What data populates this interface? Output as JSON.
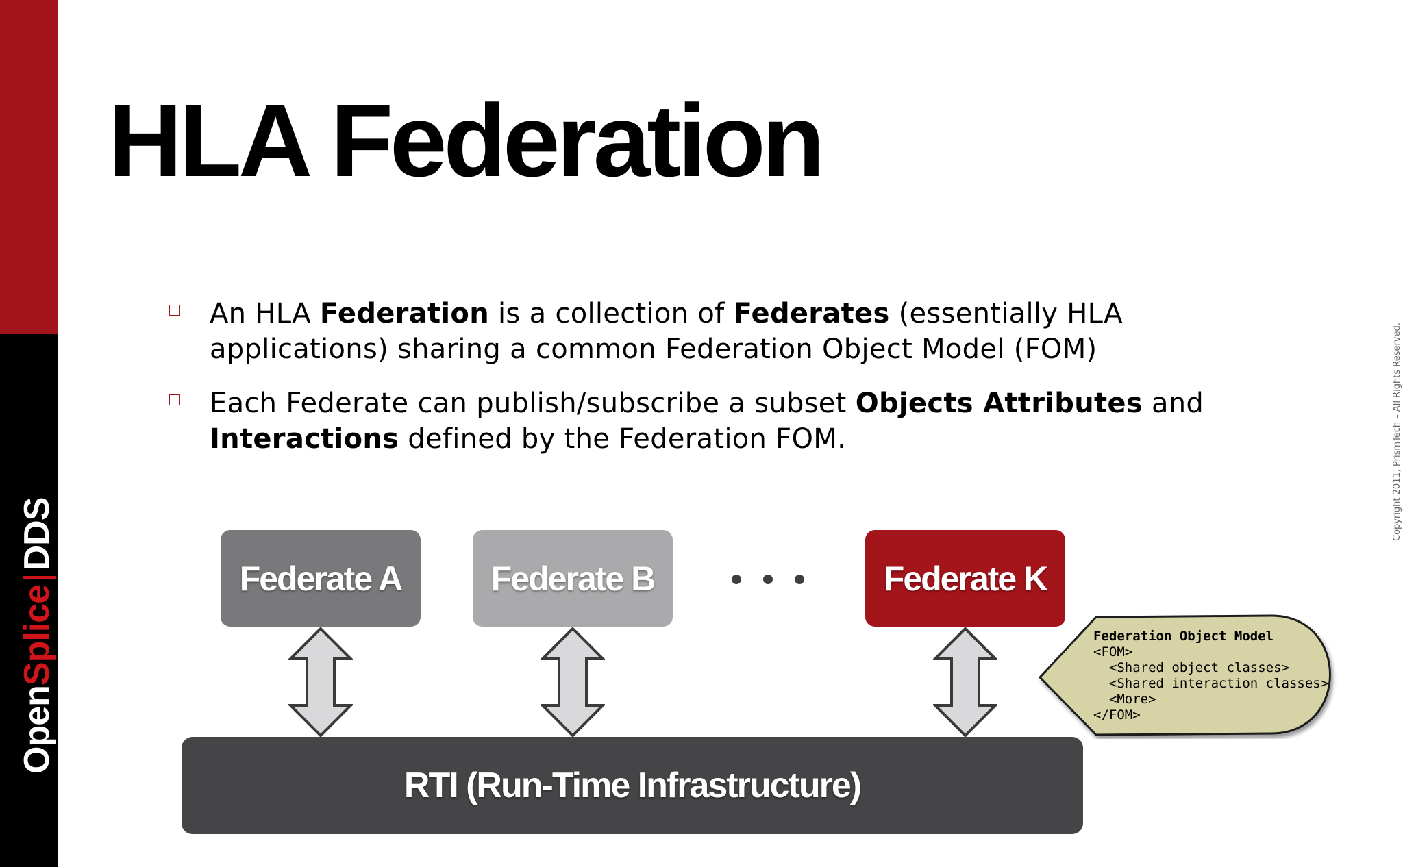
{
  "brand": {
    "part1": "Open",
    "part2": "Splice",
    "separator": "|",
    "part3": "DDS"
  },
  "title": "HLA Federation",
  "bullets": [
    {
      "segments": [
        {
          "text": "An HLA ",
          "bold": false
        },
        {
          "text": "Federation",
          "bold": true
        },
        {
          "text": " is a collection of ",
          "bold": false
        },
        {
          "text": "Federates",
          "bold": true
        },
        {
          "text": " (essentially HLA applications) sharing a common Federation Object Model (FOM)",
          "bold": false
        }
      ]
    },
    {
      "segments": [
        {
          "text": " Each Federate can publish/subscribe a subset ",
          "bold": false
        },
        {
          "text": "Objects Attributes",
          "bold": true
        },
        {
          "text": " and ",
          "bold": false
        },
        {
          "text": "Interactions",
          "bold": true
        },
        {
          "text": " defined by the Federation FOM.",
          "bold": false
        }
      ]
    }
  ],
  "copyright": "Copyright 2011, PrismTech – All Rights Reserved.",
  "diagram": {
    "federates": [
      "Federate A",
      "Federate B",
      "Federate K"
    ],
    "ellipsis": "• • •",
    "rti": "RTI (Run-Time Infrastructure)",
    "fom": {
      "title": "Federation Object Model",
      "lines": [
        "<FOM>",
        "  <Shared object classes>",
        "  <Shared interaction classes>",
        "  <More>",
        "</FOM>"
      ]
    }
  },
  "colors": {
    "brand_red": "#a4141b",
    "federate_a": "#79797b",
    "federate_b": "#aaaaac",
    "federate_k": "#a4141b",
    "rti": "#454547",
    "fom_fill": "#d6d3a6",
    "arrow_fill": "#d9d9dc"
  }
}
